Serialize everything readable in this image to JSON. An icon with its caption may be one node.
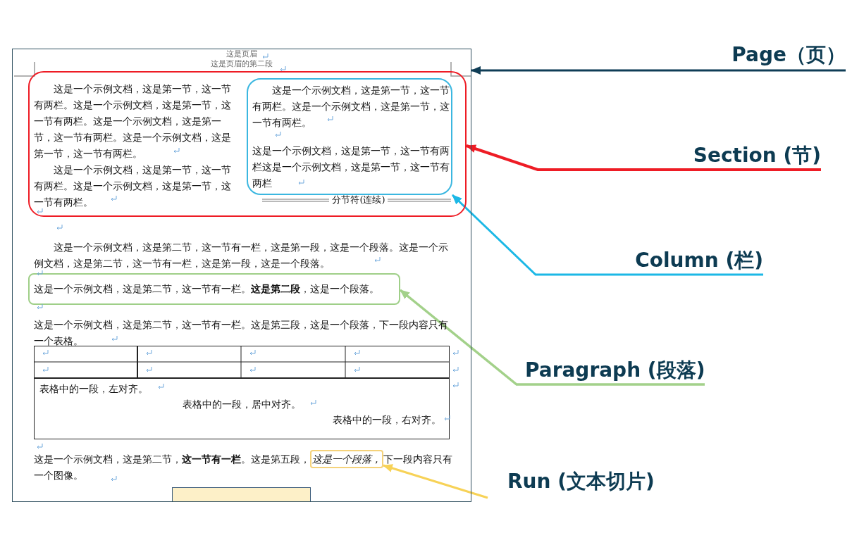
{
  "diagram": {
    "nodes": [
      {
        "text": [
          "这是页眉",
          "这是页眉的第二段",
          "这是一个示例文档，这是第二节，这一节有一栏，这是第一段，这是一个段落。这是一个示例文档，这是第二节，这一节有一栏，这是第一段，这是一个段落。",
          "这是一个示例文档，这是第二节，这一节有一栏。这是第三段，这是一个段落，下一段内容只有一个表格。",
          "这是一个示例文档，这是第二节，**这一节有一栏**。这是第五段，",
          "下一段内容只有一个图像。"
        ]
      },
      {
        "text": [
          "这是一个示例文档，这是第一节，这一节有两栏。这是一个示例文档，这是第一节，这一节有两栏。这是一个示例文档，这是第一节，这一节有两栏。这是一个示例文档，这是第一节，这一节有两栏。",
          "这是一个示例文档，这是第一节，这一节有两栏。这是一个示例文档，这是第一节，这一节有两栏。",
          "分节符(连续)"
        ],
        "in": 0
      },
      {
        "text": [
          "这是一个示例文档，这是第一节，这一节有两栏。这是一个示例文档，这是第一节，这一节有两栏。",
          "这是一个示例文档，这是第一节，这一节有两栏这是一个示例文档，这是第一节，这一节有两栏"
        ],
        "in": 1
      },
      {
        "text": [
          "这是一个示例文档，这是第二节，这一节有一栏。**这是第二段**，这是一个段落。"
        ],
        "in": 0
      },
      {
        "text": [
          "这是一个段落，"
        ],
        "in": 0
      },
      {
        "text": [
          "Page（页）"
        ]
      },
      {
        "text": [
          "Section (节)"
        ]
      },
      {
        "text": [
          "Column (栏)"
        ]
      },
      {
        "text": [
          "Paragraph (段落)"
        ]
      },
      {
        "text": [
          "Run (文本切片)"
        ]
      }
    ],
    "edges": [
      {
        "from": 5,
        "to": 0,
        "arrow": "to",
        "color": "#0f3d56"
      },
      {
        "from": 6,
        "to": 1,
        "arrow": "to",
        "color": "#ee1c25"
      },
      {
        "from": 7,
        "to": 2,
        "arrow": "to",
        "color": "#1cb8e6"
      },
      {
        "from": 8,
        "to": 3,
        "arrow": "to",
        "color": "#a3d18a"
      },
      {
        "from": 9,
        "to": 4,
        "arrow": "to",
        "color": "#f7d257"
      }
    ],
    "labels": [
      "表格中的一段，左对齐。",
      "表格中的一段，居中对齐。",
      "表格中的一段，右对齐。"
    ]
  }
}
